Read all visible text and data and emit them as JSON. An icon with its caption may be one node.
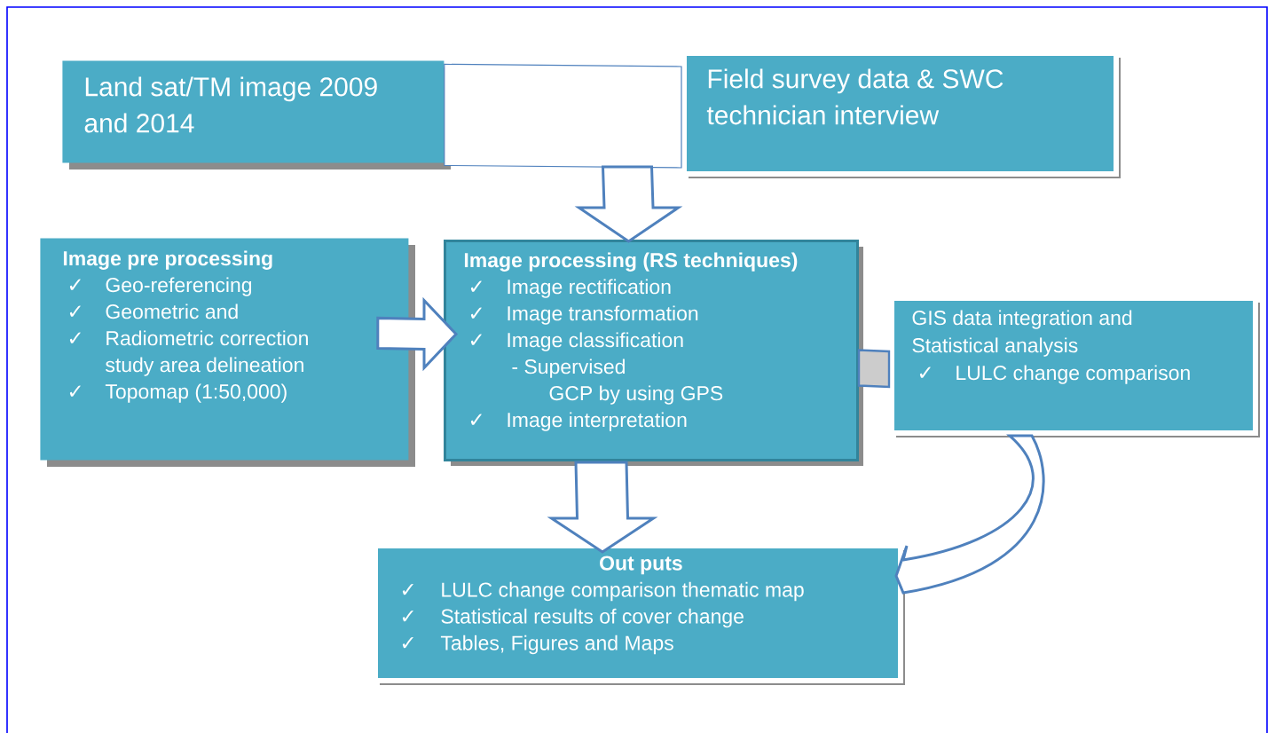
{
  "diagram": {
    "nodes": [
      {
        "text": [
          "Land sat/TM image 2009 and 2014"
        ]
      },
      {
        "text": [
          "Field survey data & SWC technician interview"
        ]
      },
      {
        "text": [
          "Image pre processing",
          "✓",
          "Geo-referencing",
          "✓",
          "Geometric and",
          "✓",
          "Radiometric correction study area delineation",
          "✓",
          "Topomap (1:50,000)"
        ]
      },
      {
        "text": [
          "Image processing (RS techniques)",
          "✓",
          "Image rectification",
          "✓",
          "Image transformation",
          "✓",
          "Image classification",
          "- Supervised",
          "GCP by using GPS",
          "✓",
          "Image interpretation"
        ]
      },
      {
        "text": [
          "GIS data integration and Statistical analysis",
          "✓",
          "LULC change comparison"
        ]
      },
      {
        "text": [
          "Out puts",
          "✓",
          "LULC change comparison thematic map",
          "✓",
          "Statistical results of cover change",
          "✓",
          "Tables, Figures and Maps"
        ]
      }
    ],
    "edges": [
      {
        "from": 0,
        "to": 1,
        "arrow": "none"
      },
      {
        "from": null,
        "to": 3,
        "arrow": "to"
      },
      {
        "from": 2,
        "to": 3,
        "arrow": "to"
      },
      {
        "from": 3,
        "to": 4,
        "arrow": "none"
      },
      {
        "from": 3,
        "to": 5,
        "arrow": "to"
      },
      {
        "from": 4,
        "to": 5,
        "arrow": "to"
      }
    ]
  }
}
